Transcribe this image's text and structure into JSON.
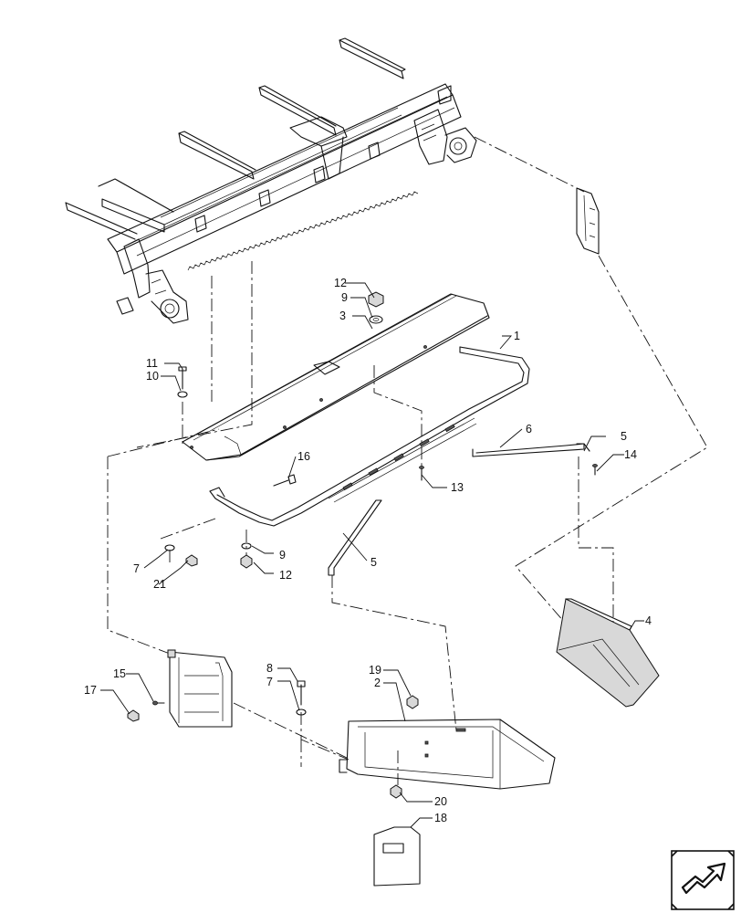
{
  "callouts": [
    {
      "id": "c1",
      "label": "1"
    },
    {
      "id": "c2",
      "label": "2"
    },
    {
      "id": "c3",
      "label": "3"
    },
    {
      "id": "c4",
      "label": "4"
    },
    {
      "id": "c5a",
      "label": "5"
    },
    {
      "id": "c5b",
      "label": "5"
    },
    {
      "id": "c6",
      "label": "6"
    },
    {
      "id": "c7a",
      "label": "7"
    },
    {
      "id": "c7b",
      "label": "7"
    },
    {
      "id": "c8",
      "label": "8"
    },
    {
      "id": "c9a",
      "label": "9"
    },
    {
      "id": "c9b",
      "label": "9"
    },
    {
      "id": "c10",
      "label": "10"
    },
    {
      "id": "c11",
      "label": "11"
    },
    {
      "id": "c12a",
      "label": "12"
    },
    {
      "id": "c12b",
      "label": "12"
    },
    {
      "id": "c13",
      "label": "13"
    },
    {
      "id": "c14",
      "label": "14"
    },
    {
      "id": "c15",
      "label": "15"
    },
    {
      "id": "c16",
      "label": "16"
    },
    {
      "id": "c17",
      "label": "17"
    },
    {
      "id": "c18",
      "label": "18"
    },
    {
      "id": "c19",
      "label": "19"
    },
    {
      "id": "c20",
      "label": "20"
    },
    {
      "id": "c21",
      "label": "21"
    }
  ],
  "nav_icon": "next-page-arrow-icon"
}
